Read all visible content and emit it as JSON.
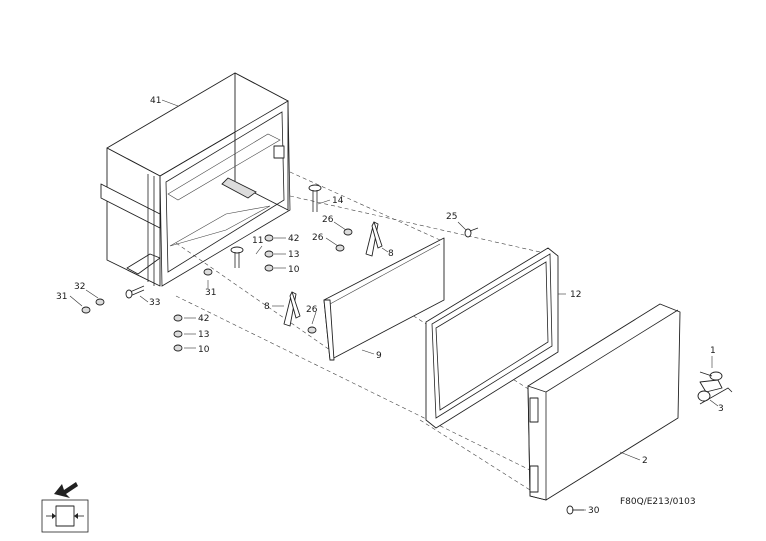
{
  "drawing_code": "F80Q/E213/0103",
  "labels": {
    "l41": "41",
    "l14": "14",
    "l26a": "26",
    "l26b": "26",
    "l26c": "26",
    "l42a": "42",
    "l13a": "13",
    "l10a": "10",
    "l11": "11",
    "l8a": "8",
    "l8b": "8",
    "l25": "25",
    "l12": "12",
    "l9": "9",
    "l32": "32",
    "l31a": "31",
    "l33": "33",
    "l31b": "31",
    "l42b": "42",
    "l13b": "13",
    "l10b": "10",
    "l1": "1",
    "l3": "3",
    "l2": "2",
    "l30": "30"
  },
  "icons": [
    "direction-arrow-icon",
    "front-view-symbol-icon"
  ]
}
